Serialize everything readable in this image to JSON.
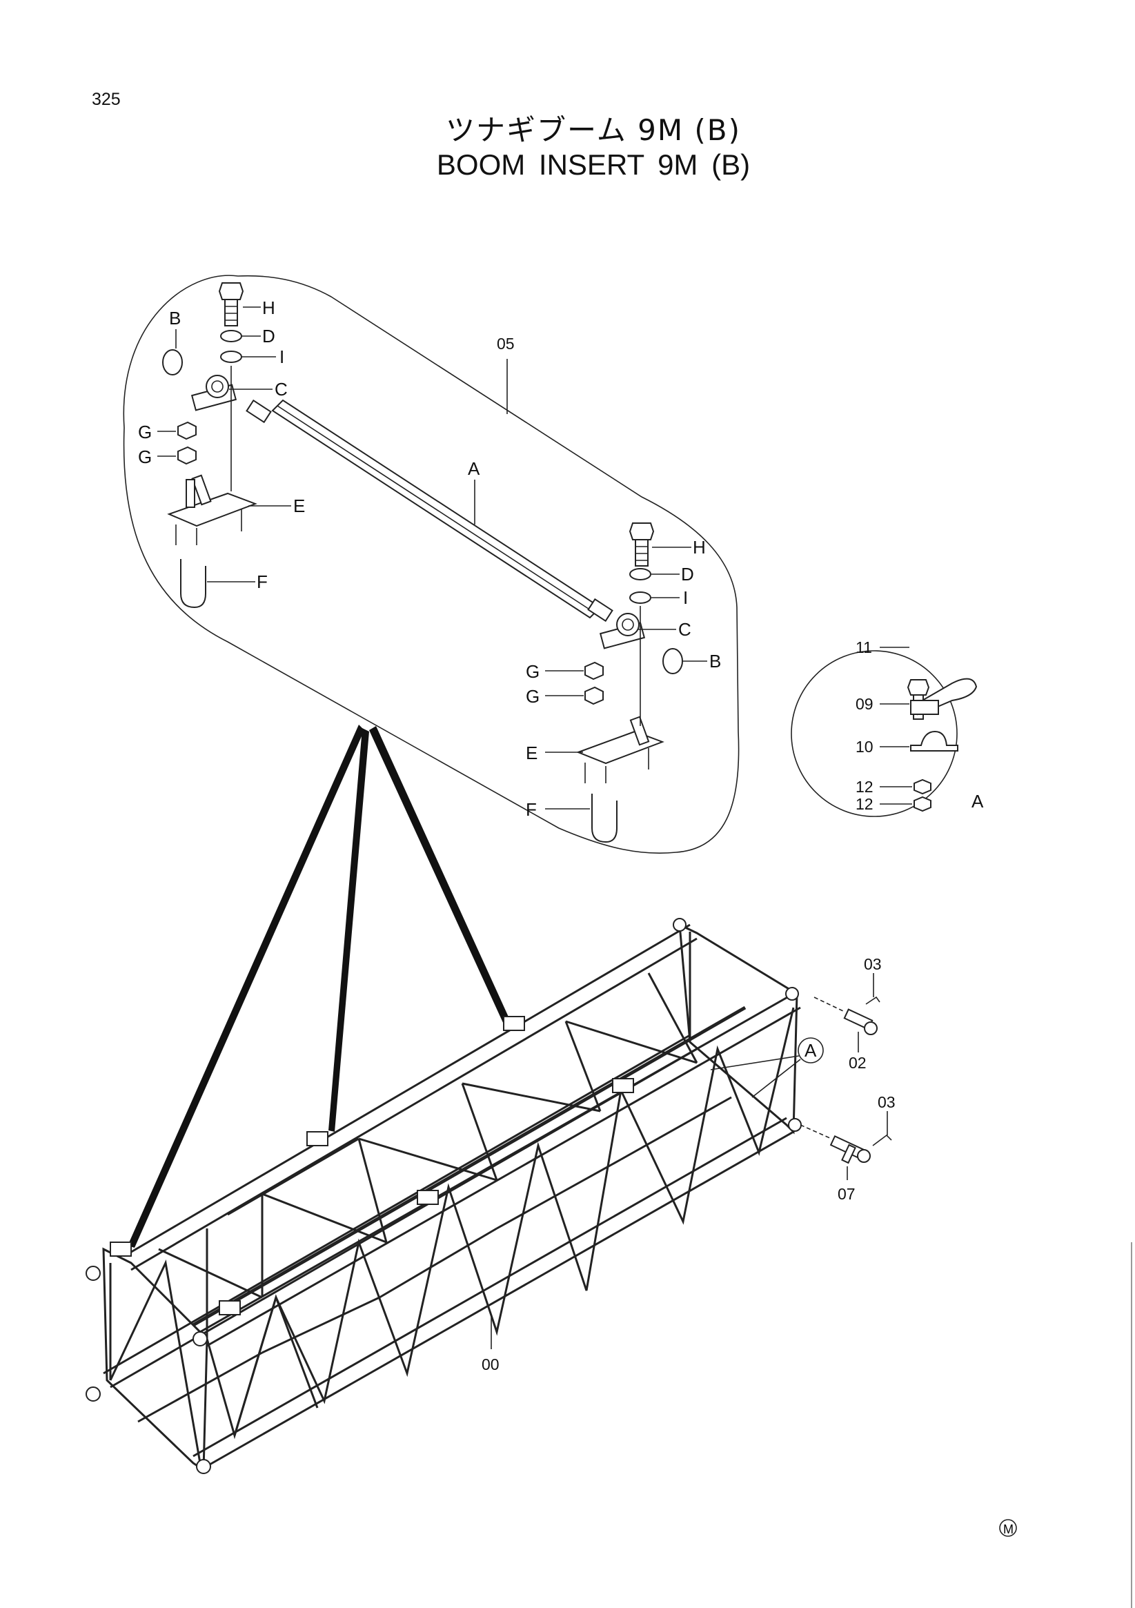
{
  "page": {
    "number": "325",
    "title_jp": "ツナギブーム 9M (B)",
    "title_en": "BOOM  INSERT  9M (B)",
    "mark": "M"
  },
  "callouts": {
    "assembly": "05",
    "frame": "00",
    "detail_ref": "A",
    "detail_circle_ref": "A"
  },
  "parts_left": {
    "h": "H",
    "d": "D",
    "i": "I",
    "b": "B",
    "c": "C",
    "g1": "G",
    "g2": "G",
    "e": "E",
    "f": "F",
    "a": "A"
  },
  "parts_right": {
    "h": "H",
    "d": "D",
    "i": "I",
    "c": "C",
    "b": "B",
    "g1": "G",
    "g2": "G",
    "e": "E",
    "f": "F"
  },
  "detail_a": {
    "items": [
      "11",
      "09",
      "10",
      "12",
      "12"
    ],
    "label": "A"
  },
  "pins": {
    "upper_clip": "03",
    "upper_pin": "02",
    "lower_clip": "03",
    "lower_pin": "07"
  }
}
